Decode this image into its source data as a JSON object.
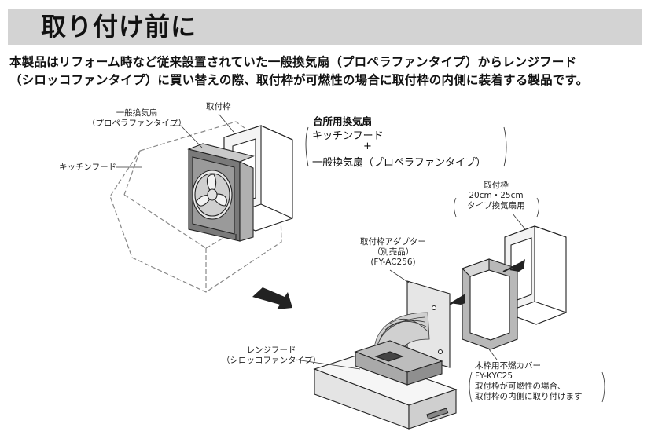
{
  "header": {
    "title": "取り付け前に"
  },
  "intro": {
    "line1": "本製品はリフォーム時など従来設置されていた一般換気扇（プロペラファンタイプ）からレンジフード",
    "line2": "（シロッコファンタイプ）に買い替えの際、取付枠が可燃性の場合に取付枠の内側に装着する製品です。"
  },
  "labels": {
    "fan_l1": "一般換気扇",
    "fan_l2": "（プロペラファンタイプ）",
    "frame_top": "取付枠",
    "kitchen_hood": "キッチンフード",
    "group_title": "台所用換気扇",
    "group_line1": "キッチンフード",
    "group_plus": "+",
    "group_line2": "一般換気扇（プロペラファンタイプ）",
    "frame2_l1": "取付枠",
    "frame2_l2": "20cm・25cm",
    "frame2_l3": "タイプ換気扇用",
    "adapter_l1": "取付枠アダプター",
    "adapter_l2": "（別売品）",
    "adapter_l3": "(FY-AC256)",
    "range_l1": "レンジフード",
    "range_l2": "（シロッコファンタイプ）",
    "cover_l1": "木枠用不燃カバー",
    "cover_l2": "FY-KYC25",
    "cover_l3": "取付枠が可燃性の場合、",
    "cover_l4": "取付枠の内側に取り付けます"
  }
}
